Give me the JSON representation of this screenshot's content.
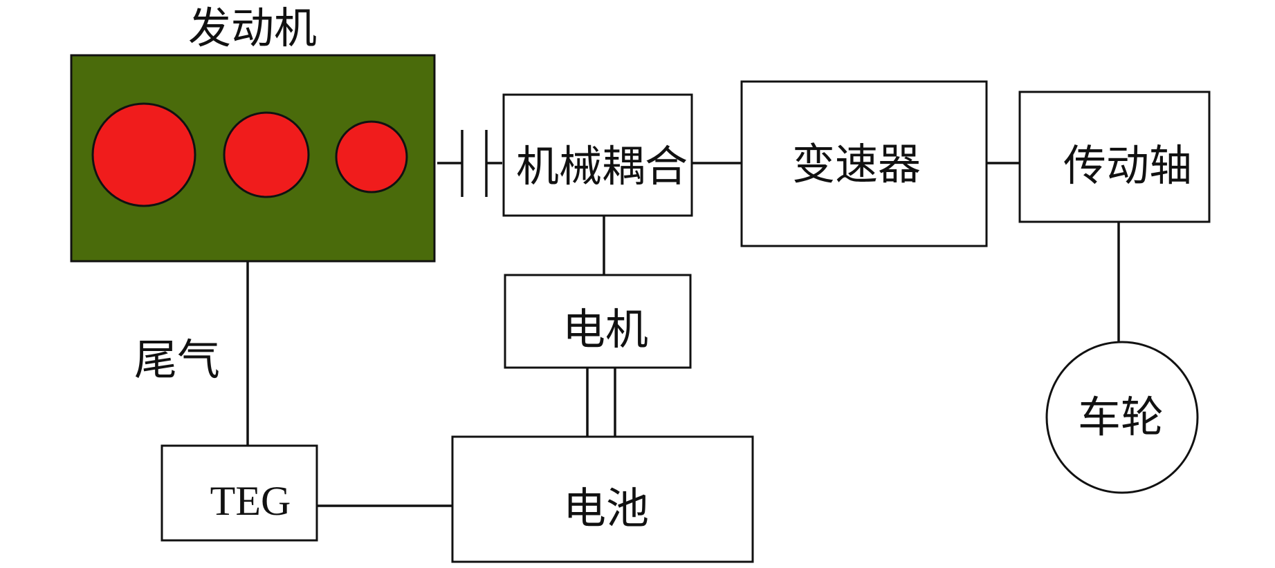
{
  "engine": {
    "label": "发动机",
    "color": "#4a6b0b",
    "cylinder_color": "#f01c1c"
  },
  "clutch": {
    "icon": "clutch-symbol"
  },
  "coupling": {
    "label": "机械耦合"
  },
  "transmission": {
    "label": "变速器"
  },
  "driveshaft": {
    "label": "传动轴"
  },
  "wheel": {
    "label": "车轮"
  },
  "motor": {
    "label": "电机"
  },
  "battery": {
    "label": "电池"
  },
  "teg": {
    "label": "TEG"
  },
  "exhaust": {
    "label": "尾气"
  }
}
